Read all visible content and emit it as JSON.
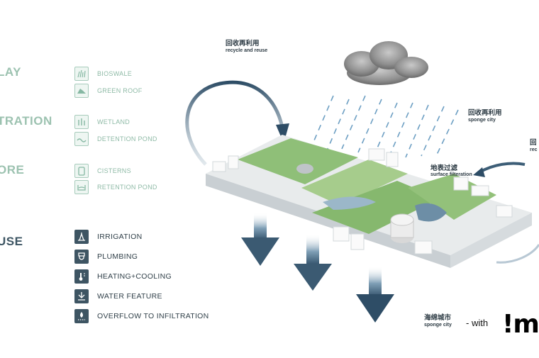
{
  "categories": [
    {
      "label": "LAY",
      "style": "green"
    },
    {
      "label": "TRATION",
      "style": "green"
    },
    {
      "label": "ORE",
      "style": "green"
    },
    {
      "label": "USE",
      "style": "dark"
    }
  ],
  "legend_green": [
    {
      "label": "BIOSWALE",
      "icon": "bioswale-icon"
    },
    {
      "label": "GREEN ROOF",
      "icon": "green-roof-icon"
    },
    {
      "label": "WETLAND",
      "icon": "wetland-icon"
    },
    {
      "label": "DETENTION POND",
      "icon": "detention-pond-icon"
    },
    {
      "label": "CISTERNS",
      "icon": "cistern-icon"
    },
    {
      "label": "RETENTION POND",
      "icon": "retention-pond-icon"
    }
  ],
  "legend_dark": [
    {
      "label": "IRRIGATION",
      "icon": "irrigation-icon"
    },
    {
      "label": "PLUMBING",
      "icon": "plumbing-icon"
    },
    {
      "label": "HEATING+COOLING",
      "icon": "thermometer-icon"
    },
    {
      "label": "WATER FEATURE",
      "icon": "water-feature-icon"
    },
    {
      "label": "OVERFLOW TO INFILTRATION",
      "icon": "infiltration-icon"
    }
  ],
  "annotations": {
    "recycle_zh": "回收再利用",
    "recycle_en": "recycle and reuse",
    "sponge_zh": "回收再利用",
    "sponge_en": "sponge city",
    "partial_zh": "回",
    "partial_en": "rec",
    "surface_zh": "地表过滤",
    "surface_en": "surface filteration",
    "city_zh": "海绵城市",
    "city_en": "sponge city"
  },
  "brand": {
    "prefix": "- with",
    "mark": "!m"
  },
  "colors": {
    "accent_green": "#9cc2b0",
    "dark": "#3e5563",
    "arrow_blue": "#2e4d66",
    "rain": "#6d9fc3"
  }
}
